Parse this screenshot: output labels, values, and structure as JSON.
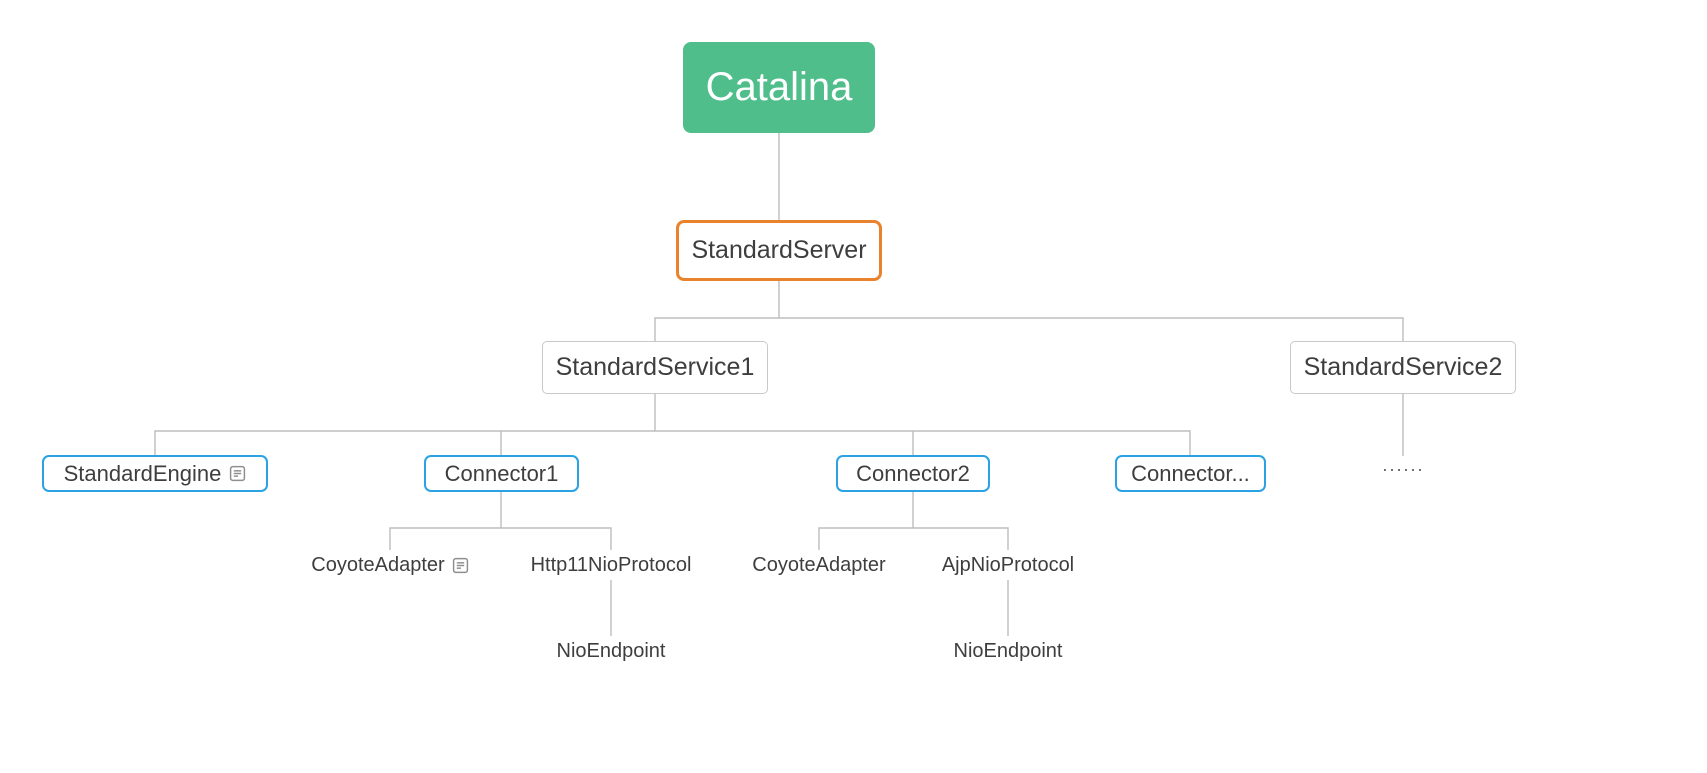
{
  "diagram": {
    "type": "tree",
    "nodes": {
      "catalina": {
        "label": "Catalina"
      },
      "standard_server": {
        "label": "StandardServer"
      },
      "standard_service1": {
        "label": "StandardService1"
      },
      "standard_service2": {
        "label": "StandardService2"
      },
      "standard_engine": {
        "label": "StandardEngine",
        "icon": "notes-icon"
      },
      "connector1": {
        "label": "Connector1"
      },
      "connector2": {
        "label": "Connector2"
      },
      "connector_more": {
        "label": "Connector..."
      },
      "service2_more": {
        "label": "······"
      },
      "coyote_adapter1": {
        "label": "CoyoteAdapter",
        "icon": "notes-icon"
      },
      "http11_nio_protocol": {
        "label": "Http11NioProtocol"
      },
      "nio_endpoint1": {
        "label": "NioEndpoint"
      },
      "coyote_adapter2": {
        "label": "CoyoteAdapter"
      },
      "ajp_nio_protocol": {
        "label": "AjpNioProtocol"
      },
      "nio_endpoint2": {
        "label": "NioEndpoint"
      }
    },
    "colors": {
      "catalina_bg": "#4FBE8B",
      "server_border": "#E8822C",
      "service_border": "#C9C9C9",
      "connector_border": "#2AA2E4",
      "line": "#BDBDBD",
      "text": "#3E3E3E",
      "icon": "#8F8F8F"
    }
  }
}
